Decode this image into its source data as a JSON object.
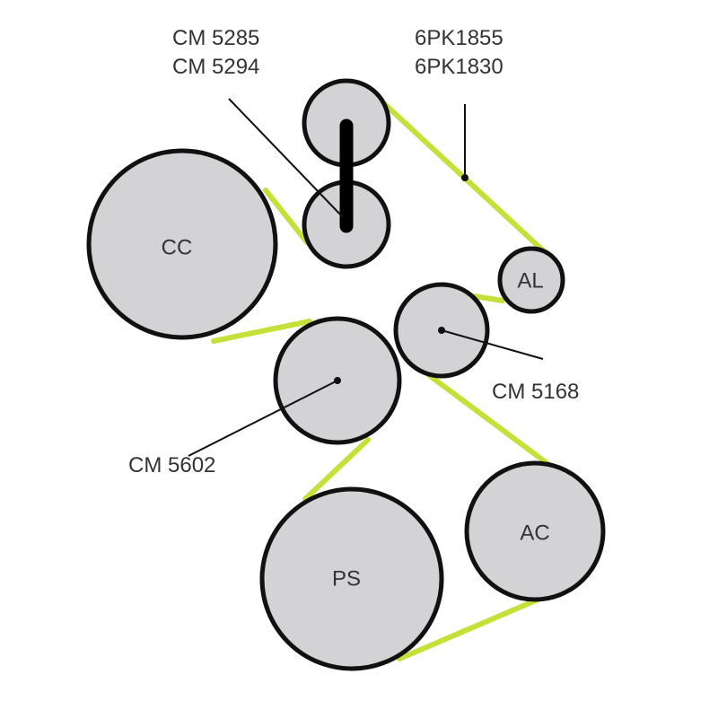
{
  "colors": {
    "belt": "#c6e03a",
    "pulley": "#d3d3d5",
    "outline": "#111111"
  },
  "labels": {
    "tensioner_part_1": "CM 5285",
    "tensioner_part_2": "CM 5294",
    "belt_part_1": "6PK1855",
    "belt_part_2": "6PK1830",
    "idler_right": "CM 5168",
    "idler_left": "CM 5602"
  },
  "pulleys": {
    "cc": "CC",
    "al": "AL",
    "ps": "PS",
    "ac": "AC"
  }
}
